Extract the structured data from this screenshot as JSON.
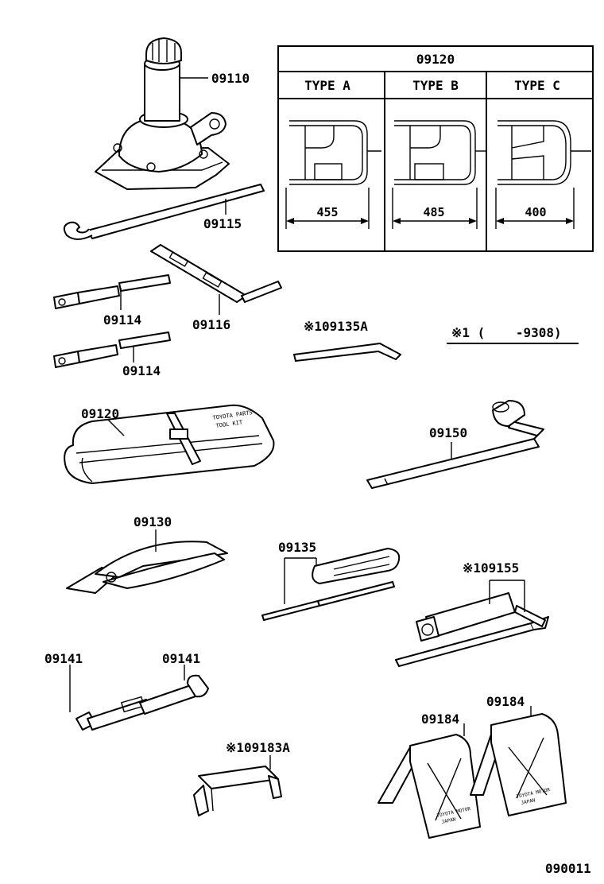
{
  "table": {
    "header": "09120",
    "types": [
      {
        "label": "TYPE  A",
        "dimension": "455"
      },
      {
        "label": "TYPE  B",
        "dimension": "485"
      },
      {
        "label": "TYPE  C",
        "dimension": "400"
      }
    ]
  },
  "note": "※1 (    -9308)",
  "parts": {
    "jack": "09110",
    "jack_handle": "09115",
    "extension_bar_1": "09114",
    "extension_bar_2": "09114",
    "jack_lever": "09116",
    "tire_lever": "※109135A",
    "tool_bag": "09120",
    "wheel_wrench": "09150",
    "pliers": "09130",
    "screwdriver": "09135",
    "socket_wrench": "※109155",
    "wrench_left": "09141",
    "wrench_right": "09141",
    "bracket": "※109183A",
    "chock_left": "09184",
    "chock_right": "09184"
  },
  "bag_print": [
    "TOYOTA  PARTS",
    "TOOL  KIT"
  ],
  "chock_print": [
    "TOYOTA MOTOR",
    "JAPAN"
  ],
  "diagram_code": "090011"
}
